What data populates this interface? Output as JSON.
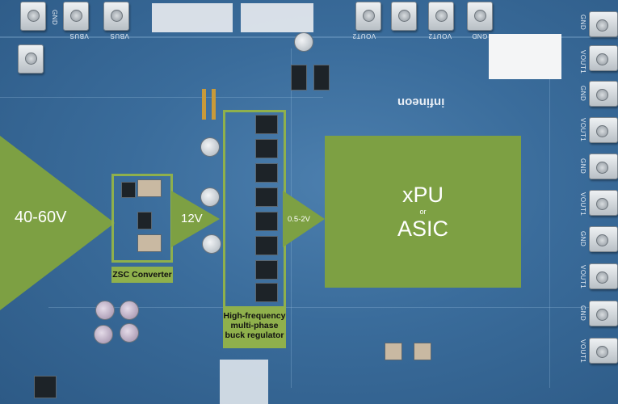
{
  "silkscreen": {
    "gnd_top_left": "GND",
    "vbus_1": "VBUS",
    "vbus_2": "VBUS",
    "vout2_1": "VOUT2",
    "vout2_2": "VOUT2",
    "gnd_top_right": "GND",
    "right_labels": [
      "GND",
      "VOUT1",
      "GND",
      "VOUT1",
      "GND",
      "VOUT1",
      "GND",
      "VOUT1",
      "GND",
      "VOUT1"
    ],
    "brand": "infineon"
  },
  "diagram": {
    "input_label": "40-60V",
    "mid_label": "12V",
    "output_voltage_label": "0.5-2V",
    "zsc_caption": "ZSC Converter",
    "buck_caption": "High-frequency multi-phase buck regulator",
    "load_line1": "xPU",
    "load_line2": "or",
    "load_line3": "ASIC"
  },
  "colors": {
    "board_blue": "#3a6c9b",
    "accent_green": "#7da043",
    "frame_green": "#8fb04c"
  }
}
